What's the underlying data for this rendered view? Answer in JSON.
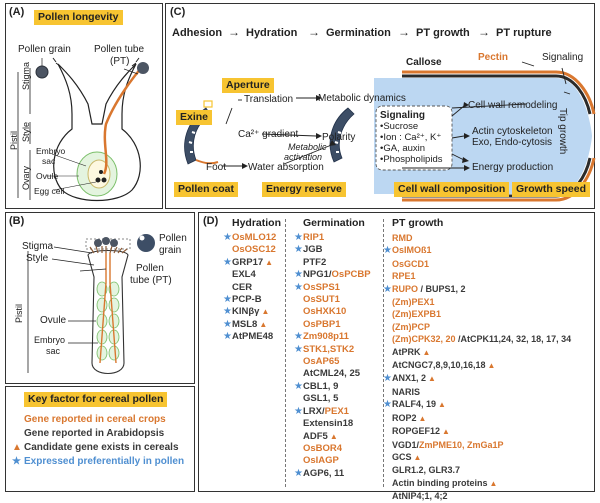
{
  "panel_a": {
    "label": "(A)",
    "title": "Pollen longevity",
    "pollen_grain": "Pollen grain",
    "pollen_tube": "Pollen tube",
    "pt": "(PT)",
    "stigma": "Stigma",
    "style": "Style",
    "pistil": "Pistil",
    "ovary": "Ovary",
    "embryo_sac_1": "Embryo",
    "embryo_sac_2": "sac",
    "ovule": "Ovule",
    "egg_cell": "Egg cell"
  },
  "panel_b": {
    "label": "(B)",
    "stigma": "Stigma",
    "style": "Style",
    "pollen_grain_1": "Pollen",
    "pollen_grain_2": "grain",
    "pollen_tube_1": "Pollen",
    "pollen_tube_2": "tube (PT)",
    "pistil": "Pistil",
    "ovule": "Ovule",
    "embryo_1": "Embryo",
    "embryo_2": "sac"
  },
  "panel_c": {
    "label": "(C)",
    "stages": [
      "Adhesion",
      "Hydration",
      "Germination",
      "PT growth",
      "PT rupture"
    ],
    "exine": "Exine",
    "aperture": "Aperture",
    "translation": "Translation",
    "metabolic_dynamics": "Metabolic dynamics",
    "ca_gradient": "Ca²⁺ gradient",
    "metabolic_activation_1": "Metabolic",
    "metabolic_activation_2": "activation",
    "polarity": "Polarity",
    "foot": "Foot",
    "water_absorption": "Water absorption",
    "callose": "Callose",
    "pectin": "Pectin",
    "signaling_top": "Signaling",
    "signaling_box_title": "Signaling",
    "signaling_items": [
      "•Sucrose",
      "•Ion : Ca²⁺, K⁺",
      "•GA, auxin",
      "•Phospholipids"
    ],
    "cell_wall_remodeling": "Cell wall remodeling",
    "actin": "Actin cytoskeleton",
    "exo_endo": "Exo, Endo-cytosis",
    "energy_production": "Energy production",
    "tip_growth": "Tip growth",
    "footer_boxes": [
      "Pollen coat",
      "Energy reserve",
      "Cell wall composition",
      "Growth speed"
    ]
  },
  "panel_d": {
    "label": "(D)",
    "columns": [
      {
        "header": "Hydration",
        "genes": [
          {
            "parts": [
              {
                "t": "OsMLO12",
                "c": "cereal"
              }
            ],
            "star": true,
            "tri": false
          },
          {
            "parts": [
              {
                "t": "OsOSC12",
                "c": "cereal"
              }
            ],
            "star": false,
            "tri": false
          },
          {
            "parts": [
              {
                "t": "GRP17",
                "c": "arab"
              }
            ],
            "star": true,
            "tri": true
          },
          {
            "parts": [
              {
                "t": "EXL4",
                "c": "arab"
              }
            ],
            "star": false,
            "tri": false
          },
          {
            "parts": [
              {
                "t": "CER",
                "c": "arab"
              }
            ],
            "star": false,
            "tri": false
          },
          {
            "parts": [
              {
                "t": "PCP-B",
                "c": "arab"
              }
            ],
            "star": true,
            "tri": false
          },
          {
            "parts": [
              {
                "t": "KINβγ",
                "c": "arab"
              }
            ],
            "star": true,
            "tri": true
          },
          {
            "parts": [
              {
                "t": "MSL8",
                "c": "arab"
              }
            ],
            "star": true,
            "tri": true
          },
          {
            "parts": [
              {
                "t": "AtPME48",
                "c": "arab"
              }
            ],
            "star": true,
            "tri": false
          }
        ]
      },
      {
        "header": "Germination",
        "genes": [
          {
            "parts": [
              {
                "t": "RIP1",
                "c": "cereal"
              }
            ],
            "star": true,
            "tri": false
          },
          {
            "parts": [
              {
                "t": "JGB",
                "c": "arab"
              }
            ],
            "star": true,
            "tri": false
          },
          {
            "parts": [
              {
                "t": "PTF2",
                "c": "arab"
              }
            ],
            "star": false,
            "tri": false
          },
          {
            "parts": [
              {
                "t": "NPG1",
                "c": "arab"
              },
              {
                "t": "/",
                "c": "arab"
              },
              {
                "t": "OsPCBP",
                "c": "cereal"
              }
            ],
            "star": true,
            "tri": false
          },
          {
            "parts": [
              {
                "t": "OsSPS1",
                "c": "cereal"
              }
            ],
            "star": true,
            "tri": false
          },
          {
            "parts": [
              {
                "t": "OsSUT1",
                "c": "cereal"
              }
            ],
            "star": false,
            "tri": false
          },
          {
            "parts": [
              {
                "t": "OsHXK10",
                "c": "cereal"
              }
            ],
            "star": false,
            "tri": false
          },
          {
            "parts": [
              {
                "t": "OsPBP1",
                "c": "cereal"
              }
            ],
            "star": false,
            "tri": false
          },
          {
            "parts": [
              {
                "t": "Zm908p11",
                "c": "cereal"
              }
            ],
            "star": true,
            "tri": false
          },
          {
            "parts": [
              {
                "t": "STK1,STK2",
                "c": "cereal"
              }
            ],
            "star": true,
            "tri": false
          },
          {
            "parts": [
              {
                "t": "OsAP65",
                "c": "cereal"
              }
            ],
            "star": false,
            "tri": false
          },
          {
            "parts": [
              {
                "t": "AtCML24, 25",
                "c": "arab"
              }
            ],
            "star": false,
            "tri": false
          },
          {
            "parts": [
              {
                "t": "CBL1, 9",
                "c": "arab"
              }
            ],
            "star": true,
            "tri": false
          },
          {
            "parts": [
              {
                "t": "GSL1, 5",
                "c": "arab"
              }
            ],
            "star": false,
            "tri": false
          },
          {
            "parts": [
              {
                "t": "LRX",
                "c": "arab"
              },
              {
                "t": "/",
                "c": "arab"
              },
              {
                "t": "PEX1",
                "c": "cereal"
              }
            ],
            "star": true,
            "tri": false
          },
          {
            "parts": [
              {
                "t": "Extensin18",
                "c": "arab"
              }
            ],
            "star": false,
            "tri": false
          },
          {
            "parts": [
              {
                "t": "ADF5",
                "c": "arab"
              }
            ],
            "star": false,
            "tri": true
          },
          {
            "parts": [
              {
                "t": "OsBOR4",
                "c": "cereal"
              }
            ],
            "star": false,
            "tri": false
          },
          {
            "parts": [
              {
                "t": "OsIAGP",
                "c": "cereal"
              }
            ],
            "star": false,
            "tri": false
          },
          {
            "parts": [
              {
                "t": "AGP6, 11",
                "c": "arab"
              }
            ],
            "star": true,
            "tri": false
          }
        ]
      },
      {
        "header": "PT growth",
        "genes": [
          {
            "parts": [
              {
                "t": "RMD",
                "c": "cereal"
              }
            ],
            "star": false,
            "tri": false
          },
          {
            "parts": [
              {
                "t": "OsIMOß1",
                "c": "cereal"
              }
            ],
            "star": true,
            "tri": false
          },
          {
            "parts": [
              {
                "t": "OsGCD1",
                "c": "cereal"
              }
            ],
            "star": false,
            "tri": false
          },
          {
            "parts": [
              {
                "t": "RPE1",
                "c": "cereal"
              }
            ],
            "star": false,
            "tri": false
          },
          {
            "parts": [
              {
                "t": "RUPO",
                "c": "cereal"
              },
              {
                "t": " / BUPS1, 2",
                "c": "arab"
              }
            ],
            "star": true,
            "tri": false
          },
          {
            "parts": [
              {
                "t": "(Zm)PEX1",
                "c": "cereal"
              }
            ],
            "star": false,
            "tri": false
          },
          {
            "parts": [
              {
                "t": "(Zm)EXPB1",
                "c": "cereal"
              }
            ],
            "star": false,
            "tri": false
          },
          {
            "parts": [
              {
                "t": "(Zm)PCP",
                "c": "cereal"
              }
            ],
            "star": false,
            "tri": false
          },
          {
            "parts": [
              {
                "t": "(Zm)CPK32, 20",
                "c": "cereal"
              },
              {
                "t": " /AtCPK11,24, 32, 18, 17, 34",
                "c": "arab"
              }
            ],
            "star": false,
            "tri": false
          },
          {
            "parts": [
              {
                "t": "AtPRK",
                "c": "arab"
              }
            ],
            "star": false,
            "tri": true
          },
          {
            "parts": [
              {
                "t": "AtCNGC7,8,9,10,16,18",
                "c": "arab"
              }
            ],
            "star": false,
            "tri": true
          },
          {
            "parts": [
              {
                "t": "ANX1, 2",
                "c": "arab"
              }
            ],
            "star": true,
            "tri": true
          },
          {
            "parts": [
              {
                "t": "NARIS",
                "c": "arab"
              }
            ],
            "star": false,
            "tri": false
          },
          {
            "parts": [
              {
                "t": "RALF4, 19",
                "c": "arab"
              }
            ],
            "star": true,
            "tri": true
          },
          {
            "parts": [
              {
                "t": "ROP2",
                "c": "arab"
              }
            ],
            "star": false,
            "tri": true
          },
          {
            "parts": [
              {
                "t": "ROPGEF12",
                "c": "arab"
              }
            ],
            "star": false,
            "tri": true
          },
          {
            "parts": [
              {
                "t": "VGD1",
                "c": "arab"
              },
              {
                "t": "/",
                "c": "arab"
              },
              {
                "t": "ZmPME10, ZmGa1P",
                "c": "cereal"
              }
            ],
            "star": false,
            "tri": false
          },
          {
            "parts": [
              {
                "t": "GCS",
                "c": "arab"
              }
            ],
            "star": false,
            "tri": true
          },
          {
            "parts": [
              {
                "t": "GLR1.2, GLR3.7",
                "c": "arab"
              }
            ],
            "star": false,
            "tri": false
          },
          {
            "parts": [
              {
                "t": "Actin binding proteins",
                "c": "arab"
              }
            ],
            "star": false,
            "tri": true
          },
          {
            "parts": [
              {
                "t": "AtNIP4;1, 4;2",
                "c": "arab"
              }
            ],
            "star": false,
            "tri": false
          }
        ]
      }
    ]
  },
  "legend": {
    "title": "Key factor for cereal pollen",
    "items": [
      {
        "symbol": "",
        "text": "Gene reported in cereal crops",
        "color": "#d9772f"
      },
      {
        "symbol": "",
        "text": "Gene reported in Arabidopsis",
        "color": "#3a3a3a"
      },
      {
        "symbol": "▲",
        "text": "Candidate gene exists in cereals",
        "color": "#3a3a3a"
      },
      {
        "symbol": "★",
        "text": "Expressed preferentially in pollen",
        "color": "#4f8fd1"
      }
    ]
  },
  "colors": {
    "accent": "#f7c431",
    "cereal": "#d9772f",
    "star": "#4f8fd1",
    "tube_blue": "#bcd7f2"
  }
}
